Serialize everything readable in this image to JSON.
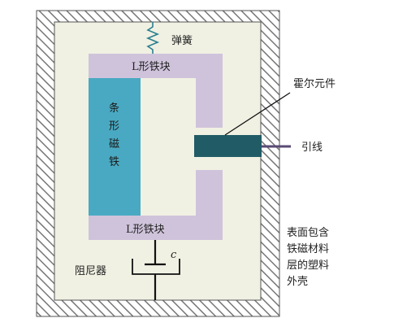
{
  "labels": {
    "spring": "弹簧",
    "iron_top": "L形铁块",
    "iron_bottom": "L形铁块",
    "magnet_chars": [
      "条",
      "形",
      "磁",
      "铁"
    ],
    "hall": "霍尔元件",
    "lead": "引线",
    "damper": "阻尼器",
    "damper_symbol": "c",
    "shell_lines": [
      "表面包含",
      "铁磁材料",
      "层的塑料",
      "外壳"
    ]
  },
  "colors": {
    "l_iron": "#cfc3db",
    "magnet": "#4aa9c2",
    "hall": "#215c66",
    "inner_bg": "#f0f1e3",
    "hatch": "#777777",
    "lead_wire": "#5a4a73",
    "line": "#111111"
  }
}
